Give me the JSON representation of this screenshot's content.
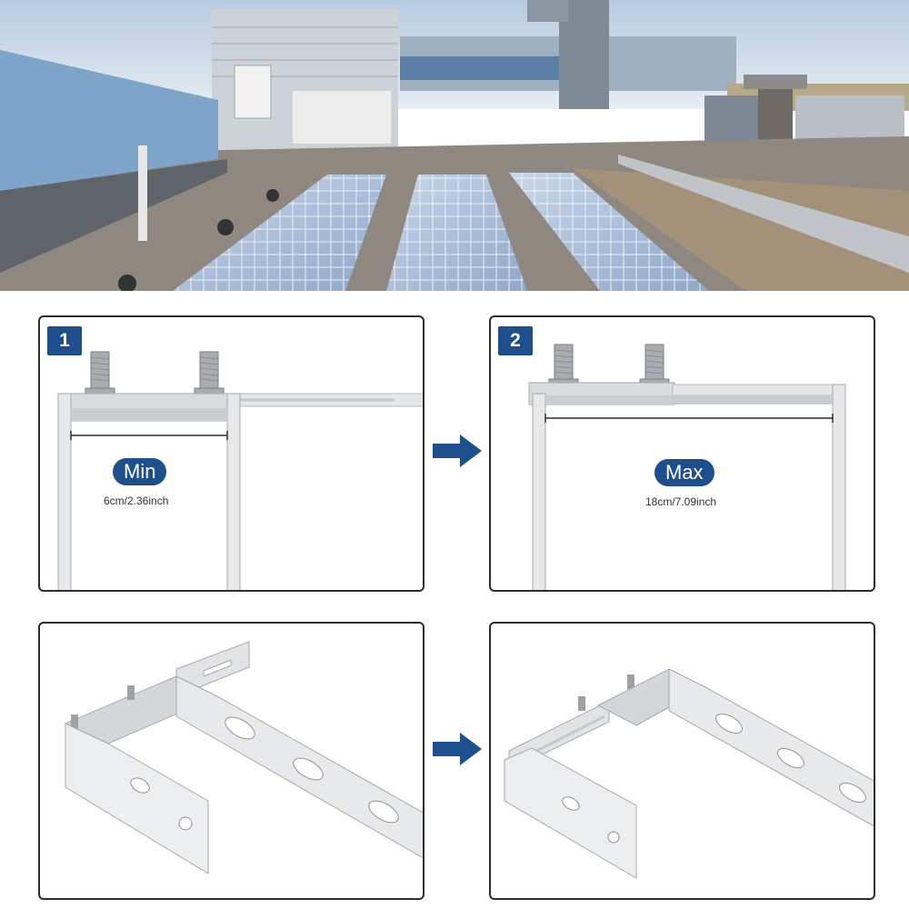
{
  "steps": {
    "step1": {
      "number": "1",
      "label": "Min",
      "measurement": "6cm/2.36inch"
    },
    "step2": {
      "number": "2",
      "label": "Max",
      "measurement": "18cm/7.09inch"
    }
  },
  "colors": {
    "accent": "#1f4e8c",
    "panel_border": "#2d2d2d",
    "bracket_metal": "#d9dcdf"
  },
  "icons": {
    "transition_arrow": "right-arrow-icon"
  }
}
